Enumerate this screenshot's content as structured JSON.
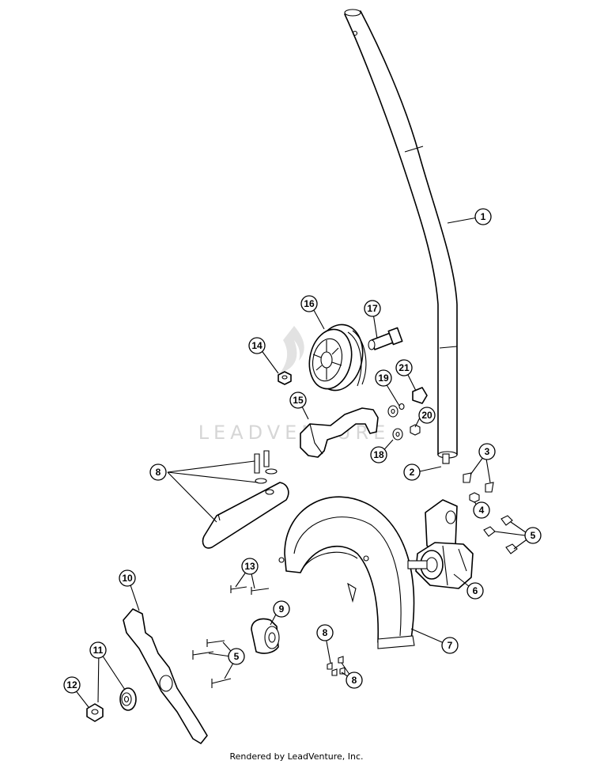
{
  "watermark": {
    "text": "LEADVENTURE"
  },
  "footer": {
    "credit": "Rendered by LeadVenture, Inc."
  },
  "callouts": [
    "1",
    "2",
    "3",
    "4",
    "5",
    "6",
    "7",
    "8",
    "9",
    "10",
    "11",
    "12",
    "13",
    "14",
    "15",
    "16",
    "17",
    "18",
    "19",
    "20",
    "21"
  ],
  "callouts_repeat": {
    "5": "5",
    "8": "8"
  },
  "colors": {
    "line": "#000000",
    "background": "#ffffff",
    "watermark": "#d6d6d6"
  }
}
